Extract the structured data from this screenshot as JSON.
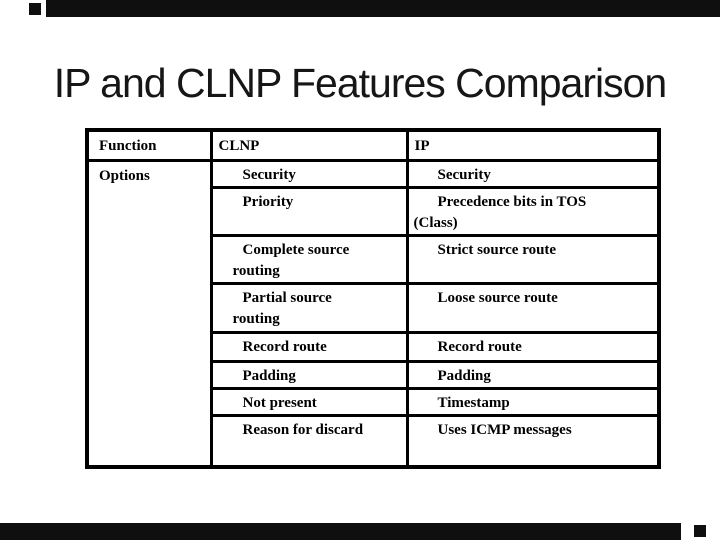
{
  "slide": {
    "title": "IP and CLNP Features Comparison",
    "background_color": "#ffffff",
    "text_color": "#000000",
    "accent_bar_color": "#0f0f0f"
  },
  "table": {
    "columns": [
      "Function",
      "CLNP",
      "IP"
    ],
    "row_group_label": "Options",
    "rows": [
      {
        "clnp": "Security",
        "ip": "Security"
      },
      {
        "clnp": "Priority",
        "ip": "Precedence bits in TOS\n(Class)"
      },
      {
        "clnp": "Complete source\nrouting",
        "ip": "Strict source route"
      },
      {
        "clnp": "Partial source\nrouting",
        "ip": "Loose source route"
      },
      {
        "clnp": "Record route",
        "ip": "Record route"
      },
      {
        "clnp": "Padding",
        "ip": "Padding"
      },
      {
        "clnp": "Not present",
        "ip": "Timestamp"
      },
      {
        "clnp": "Reason for discard",
        "ip": "Uses ICMP messages"
      }
    ]
  }
}
